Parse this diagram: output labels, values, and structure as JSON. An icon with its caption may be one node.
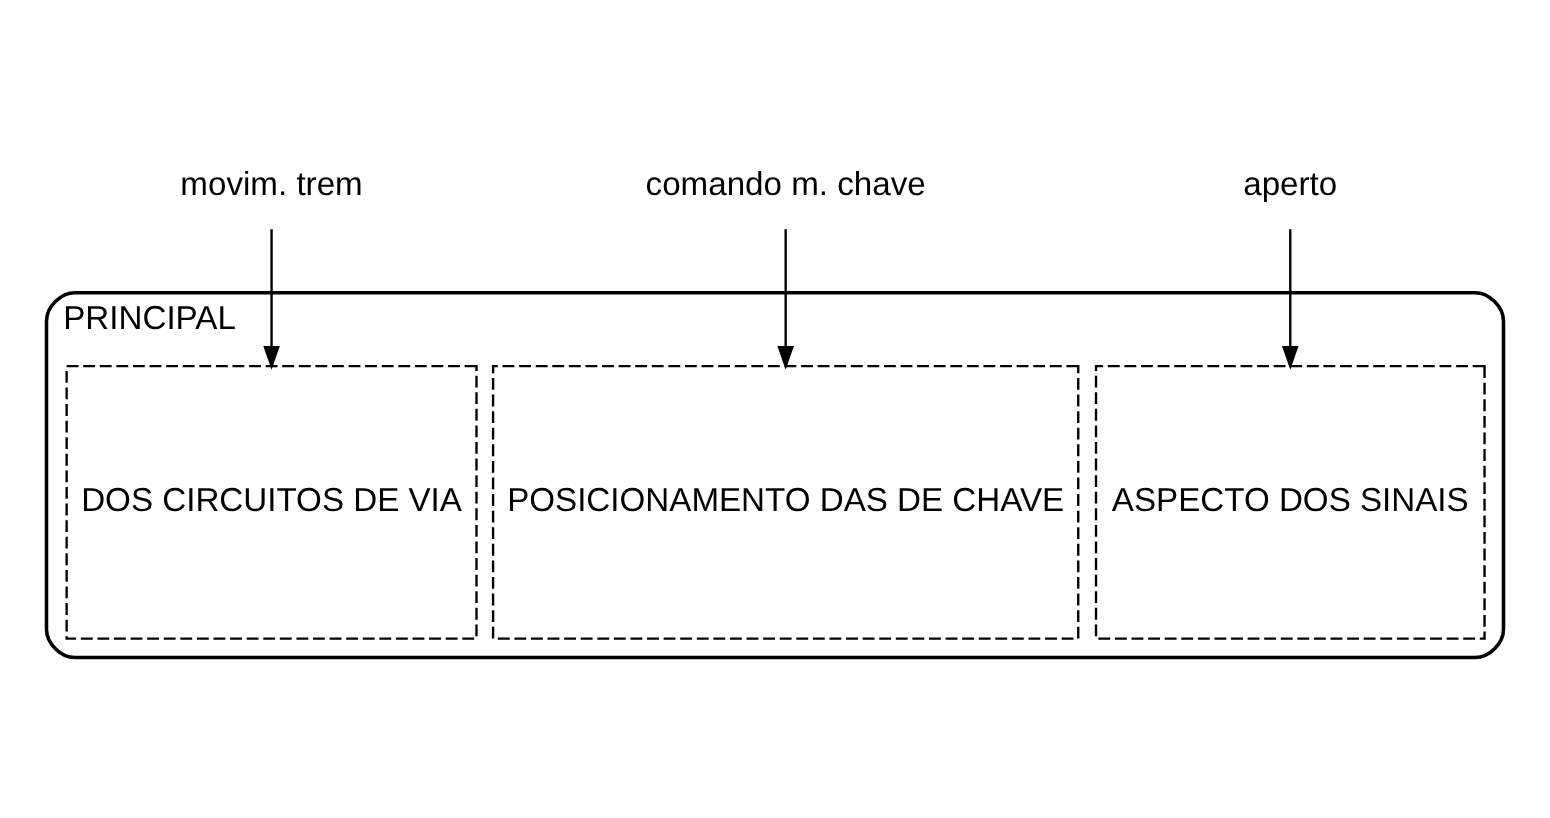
{
  "diagram": {
    "nodes": [
      {
        "text": [
          "movim. trem"
        ]
      },
      {
        "text": [
          "comando m. chave"
        ]
      },
      {
        "text": [
          "aperto"
        ]
      },
      {
        "text": [
          "PRINCIPAL"
        ]
      },
      {
        "text": [
          "DOS CIRCUITOS DE VIA"
        ],
        "in": 3
      },
      {
        "text": [
          "POSICIONAMENTO DAS DE CHAVE"
        ],
        "in": 3
      },
      {
        "text": [
          "ASPECTO DOS SINAIS"
        ],
        "in": 3
      }
    ],
    "edges": [
      {
        "from": 0,
        "to": 4,
        "arrow": "to"
      },
      {
        "from": 1,
        "to": 5,
        "arrow": "to"
      },
      {
        "from": 2,
        "to": 6,
        "arrow": "to"
      }
    ]
  }
}
